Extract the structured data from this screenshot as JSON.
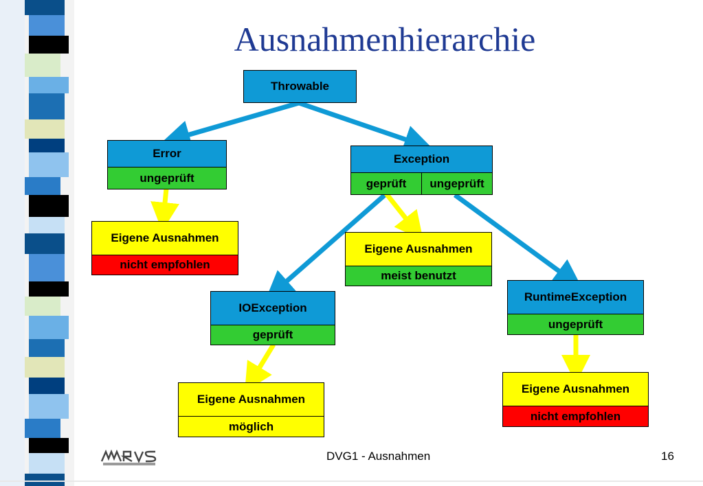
{
  "title": "Ausnahmenhierarchie",
  "nodes": {
    "throwable": {
      "label": "Throwable"
    },
    "error": {
      "label": "Error",
      "sub": "ungeprüft"
    },
    "exception": {
      "label": "Exception",
      "sub_left": "geprüft",
      "sub_right": "ungeprüft"
    },
    "eigene_error": {
      "label": "Eigene Ausnahmen",
      "sub": "nicht empfohlen"
    },
    "eigene_exception": {
      "label": "Eigene Ausnahmen",
      "sub": "meist benutzt"
    },
    "ioexception": {
      "label": "IOException",
      "sub": "geprüft"
    },
    "runtimeexception": {
      "label": "RuntimeException",
      "sub": "ungeprüft"
    },
    "eigene_io": {
      "label": "Eigene Ausnahmen",
      "sub": "möglich"
    },
    "eigene_runtime": {
      "label": "Eigene Ausnahmen",
      "sub": "nicht empfohlen"
    }
  },
  "footer": {
    "center": "DVG1 - Ausnahmen",
    "page": "16"
  },
  "colors": {
    "title": "#1f3a93",
    "node_header": "#0f9ad6",
    "checked": "#33cc33",
    "custom": "#ffff00",
    "not_recommended": "#ff0000",
    "arrow_inherit": "#0f9ad6",
    "arrow_custom": "#ffff00"
  }
}
